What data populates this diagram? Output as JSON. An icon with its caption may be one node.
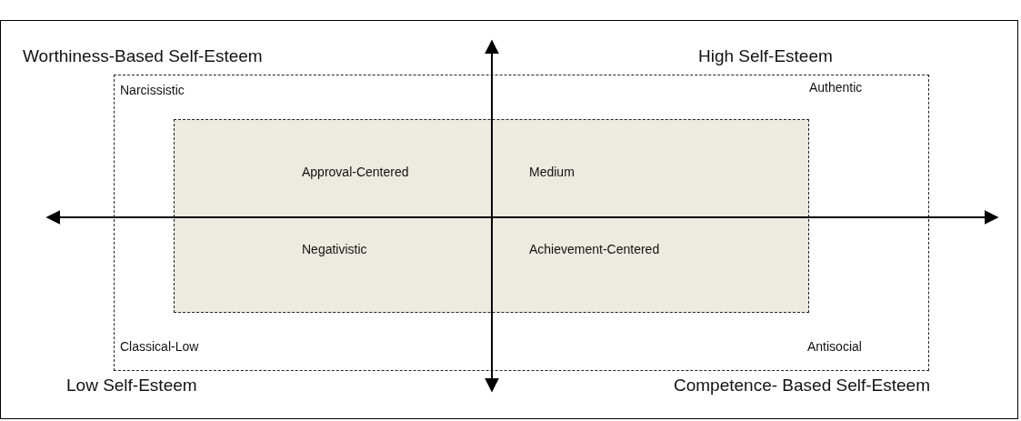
{
  "diagram": {
    "nodes": [
      {
        "text": [
          "Narcissistic",
          "Authentic",
          "Classical-Low",
          "Antisocial"
        ]
      },
      {
        "text": [
          "Approval-Centered",
          "Medium",
          "Negativistic",
          "Achievement-Centered"
        ],
        "in": 0
      }
    ],
    "labels": [
      "Worthiness-Based Self-Esteem",
      "High Self-Esteem",
      "Low Self-Esteem",
      "Competence- Based Self-Esteem"
    ]
  }
}
